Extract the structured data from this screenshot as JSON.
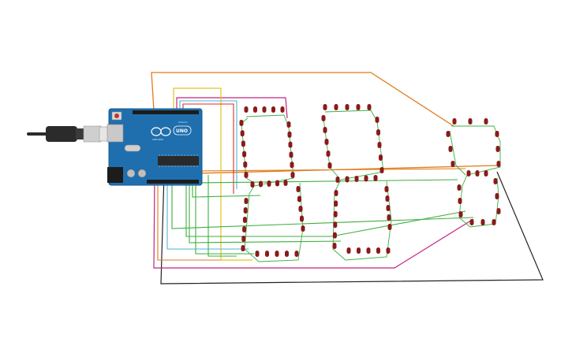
{
  "board": {
    "model_label": "UNO",
    "brand_label": "ARDUINO",
    "sub_label": "Arduino",
    "colors": {
      "pcb": "#1f6fae",
      "pcb_edge": "#165a8f",
      "chip": "#2a2a2a",
      "header": "#1c1c1c"
    }
  },
  "usb_cable": {
    "colors": {
      "plug": "#2b2b2b",
      "shell": "#cfcfcf"
    }
  },
  "displays": [
    {
      "id": "digit-1",
      "segments": 7
    },
    {
      "id": "digit-2",
      "segments": 7
    },
    {
      "id": "digit-3",
      "segments": 7
    }
  ],
  "led_color": "#8b1a1a",
  "trace_color": "#3cb043",
  "wire_colors": {
    "orange": "#e07b1a",
    "yellow": "#e2c420",
    "green": "#3fae3f",
    "magenta": "#c2247e",
    "cyan": "#4fb4d6",
    "black": "#222222",
    "red": "#d9302a"
  }
}
